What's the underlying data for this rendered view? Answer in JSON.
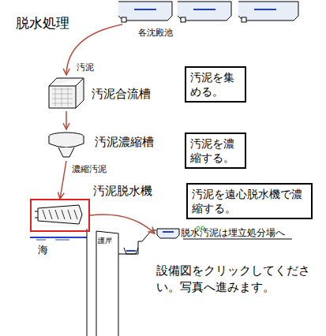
{
  "diagram": {
    "title": "脱水処理",
    "nodes": [
      {
        "text": [
          "各沈殿池"
        ]
      },
      {
        "text": [
          "汚泥合流槽"
        ]
      },
      {
        "text": [
          "汚泥を集める。"
        ]
      },
      {
        "text": [
          "汚泥濃縮槽"
        ]
      },
      {
        "text": [
          "汚泥を濃縮する。"
        ]
      },
      {
        "text": [
          "汚泥脱水機"
        ]
      },
      {
        "text": [
          "汚泥を遠心脱水機で濃縮する。"
        ]
      },
      {
        "text": [
          "脱水汚泥は埋立処分場へ"
        ]
      }
    ],
    "edges": [
      {
        "from": 0,
        "to": 1,
        "label": "汚泥",
        "arrow": "to"
      },
      {
        "from": 1,
        "to": 3,
        "arrow": "to"
      },
      {
        "from": 3,
        "to": 5,
        "label": "濃縮汚泥",
        "arrow": "to"
      },
      {
        "from": 5,
        "to": 7,
        "arrow": "to"
      }
    ],
    "labels": [
      "海",
      "護岸",
      "設備図をクリックしてください。写真へ進みます。"
    ]
  }
}
